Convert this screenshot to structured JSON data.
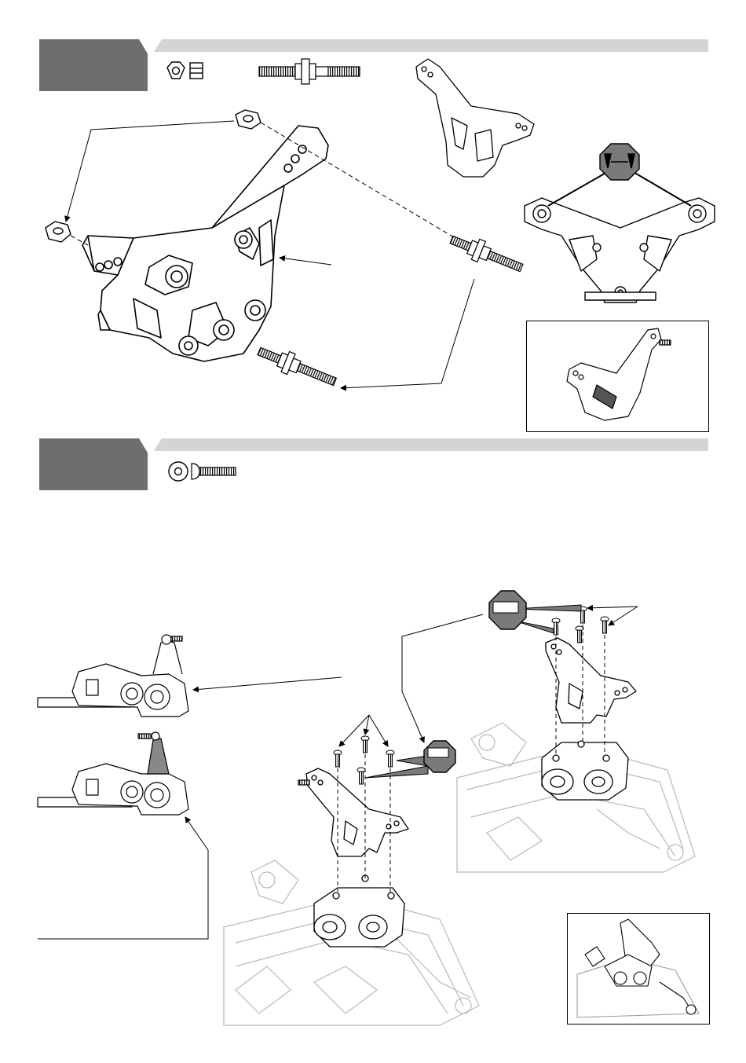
{
  "page": {
    "step_a": {
      "number": "",
      "parts": [
        "hex-nut",
        "ball-stud-turnbuckle"
      ]
    },
    "step_b": {
      "number": "",
      "parts": [
        "washer",
        "button-head-screw"
      ]
    }
  },
  "callouts": {
    "adjust_sign": {
      "icon": "double-arrow-icon"
    },
    "threadlock_sign_1": {
      "icon": "threadlock-tube-icon"
    },
    "threadlock_sign_2": {
      "icon": "threadlock-tube-icon"
    }
  },
  "colors": {
    "step_tab": "#6e6e6e",
    "step_bar": "#d4d4d4",
    "sign_fill": "#7a7a7a",
    "line": "#000000",
    "ghost_line": "#b8b8b8"
  }
}
